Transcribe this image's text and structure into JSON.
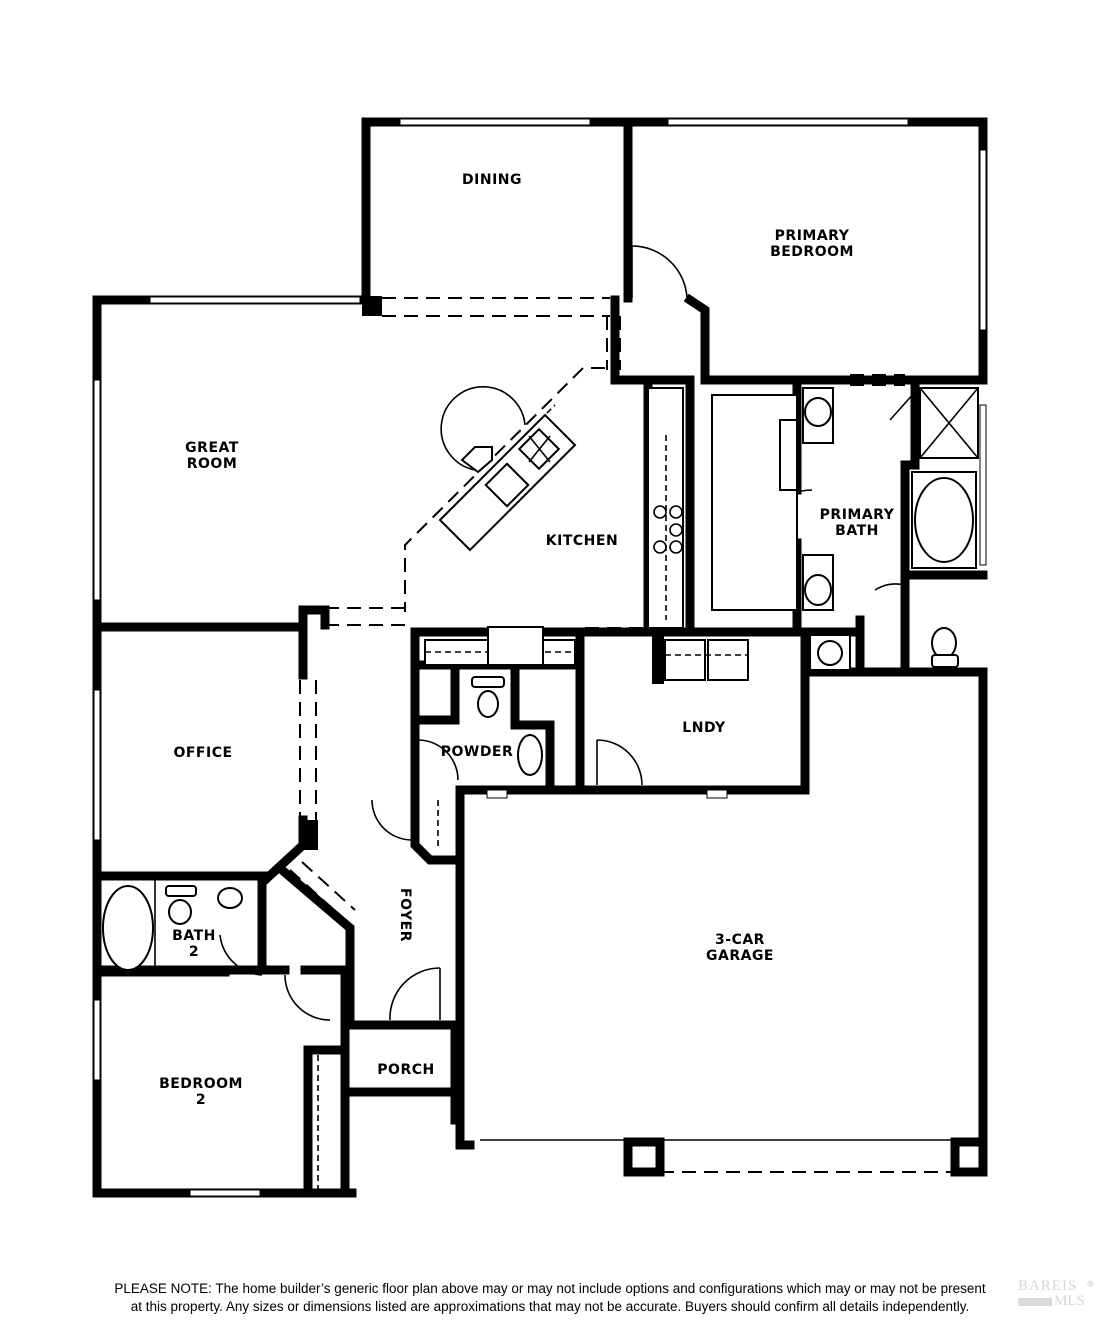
{
  "floor_plan": {
    "rooms": [
      {
        "id": "dining",
        "label": "DINING"
      },
      {
        "id": "primary-bedroom",
        "label": "PRIMARY\nBEDROOM"
      },
      {
        "id": "great-room",
        "label": "GREAT\nROOM"
      },
      {
        "id": "kitchen",
        "label": "KITCHEN"
      },
      {
        "id": "primary-bath",
        "label": "PRIMARY\nBATH"
      },
      {
        "id": "office",
        "label": "OFFICE"
      },
      {
        "id": "powder",
        "label": "POWDER"
      },
      {
        "id": "laundry",
        "label": "LNDY"
      },
      {
        "id": "bath-2",
        "label": "BATH\n2"
      },
      {
        "id": "foyer",
        "label": "FOYER"
      },
      {
        "id": "garage",
        "label": "3-CAR\nGARAGE"
      },
      {
        "id": "bedroom-2",
        "label": "BEDROOM\n2"
      },
      {
        "id": "porch",
        "label": "PORCH"
      }
    ]
  },
  "disclaimer": {
    "line1": "PLEASE NOTE: The home builder’s generic floor plan above may or may not include options and configurations which may or may not be present",
    "line2": "at this property. Any sizes or dimensions listed are approximations that may not be accurate. Buyers should confirm all details independently."
  },
  "watermark": {
    "top": "BAREIS",
    "bottom": "MLS",
    "registered": "®"
  }
}
